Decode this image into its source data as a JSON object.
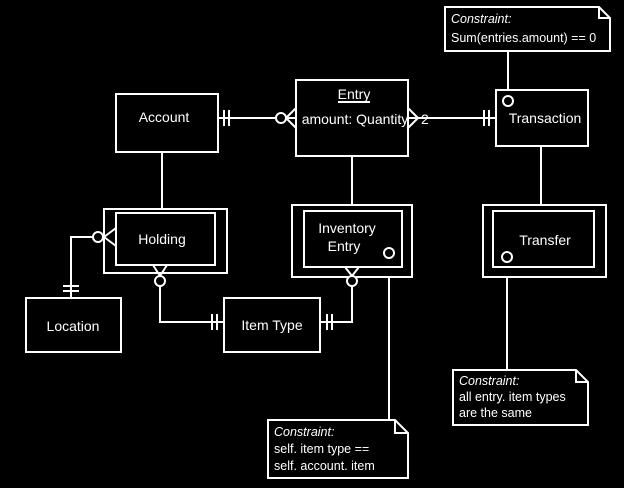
{
  "entities": {
    "account": "Account",
    "entry_title": "Entry",
    "entry_attr": "amount: Quantity",
    "transaction": "Transaction",
    "holding": "Holding",
    "inventory_entry_line1": "Inventory",
    "inventory_entry_line2": "Entry",
    "transfer": "Transfer",
    "location": "Location",
    "item_type": "Item Type"
  },
  "multiplicity": {
    "entry_transaction": "2"
  },
  "constraints": {
    "transaction": {
      "heading": "Constraint:",
      "lines": [
        "Sum(entries.amount) == 0"
      ]
    },
    "transfer": {
      "heading": "Constraint:",
      "lines": [
        "all entry. item types",
        "are the same"
      ]
    },
    "inventory_entry": {
      "heading": "Constraint:",
      "lines": [
        "self. item type ==",
        "self. account. item"
      ]
    }
  },
  "colors": {
    "background": "#000000",
    "foreground": "#ffffff"
  }
}
